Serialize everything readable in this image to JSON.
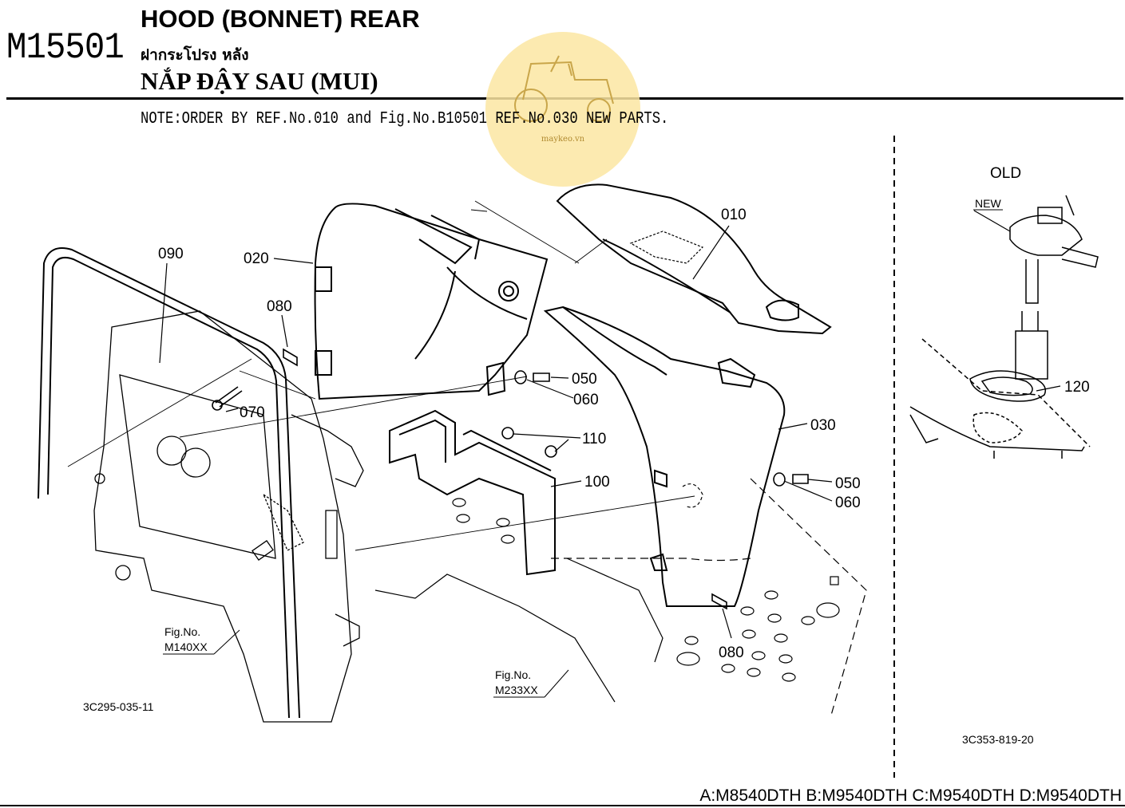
{
  "header": {
    "code": "M15501",
    "title_en": "HOOD (BONNET) REAR",
    "title_th": "ฝากระโปรง หลัง",
    "title_vi": "NẮP ĐẬY SAU (MUI)"
  },
  "note": "NOTE:ORDER BY REF.No.010 and Fig.No.B10501 REF.No.030 NEW PARTS.",
  "watermark": "maykeo.vn",
  "parts": {
    "p010": "010",
    "p020": "020",
    "p030": "030",
    "p050a": "050",
    "p050b": "050",
    "p060a": "060",
    "p060b": "060",
    "p070": "070",
    "p080a": "080",
    "p080b": "080",
    "p090": "090",
    "p100": "100",
    "p110": "110",
    "p120": "120"
  },
  "fig_refs": {
    "left_label": "Fig.No.",
    "left_code": "M140XX",
    "mid_label": "Fig.No.",
    "mid_code": "M233XX"
  },
  "inset": {
    "old_label": "OLD",
    "new_label": "NEW",
    "drawing_code": "3C353-819-20"
  },
  "drawing_code": "3C295-035-11",
  "models": "A:M8540DTH B:M9540DTH C:M9540DTH D:M9540DTH"
}
